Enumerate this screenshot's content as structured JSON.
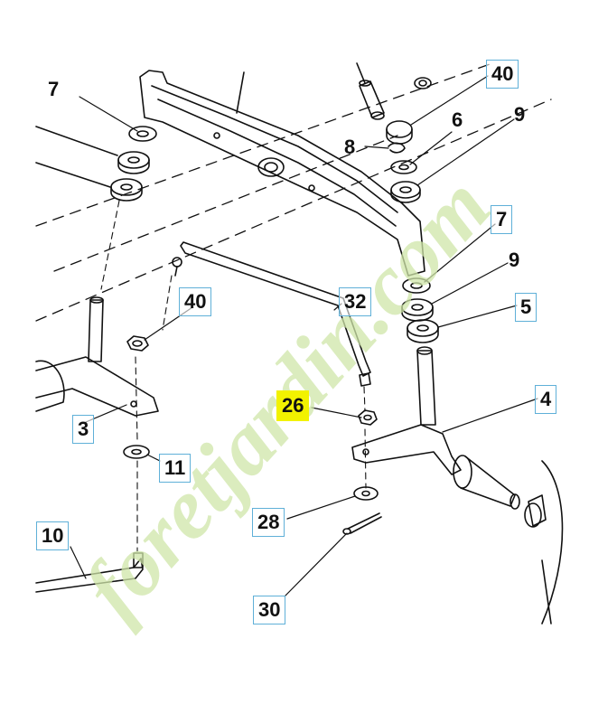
{
  "diagram": {
    "watermark": "foretjardin.com",
    "highlight_color": "#f2f200",
    "box_border_color": "#5fb0d8",
    "watermark_colors": {
      "green": "#cfe6a8",
      "orange": "#f3c39a",
      "gray": "#c9c9c9"
    },
    "callouts": [
      {
        "id": "7-left",
        "label": "7"
      },
      {
        "id": "40-top",
        "label": "40"
      },
      {
        "id": "8",
        "label": "8"
      },
      {
        "id": "6",
        "label": "6"
      },
      {
        "id": "9-top",
        "label": "9"
      },
      {
        "id": "7-right",
        "label": "7"
      },
      {
        "id": "9-right",
        "label": "9"
      },
      {
        "id": "5",
        "label": "5"
      },
      {
        "id": "40-mid",
        "label": "40"
      },
      {
        "id": "32",
        "label": "32"
      },
      {
        "id": "26",
        "label": "26"
      },
      {
        "id": "4",
        "label": "4"
      },
      {
        "id": "3",
        "label": "3"
      },
      {
        "id": "11",
        "label": "11"
      },
      {
        "id": "28",
        "label": "28"
      },
      {
        "id": "10",
        "label": "10"
      },
      {
        "id": "30",
        "label": "30"
      }
    ]
  }
}
